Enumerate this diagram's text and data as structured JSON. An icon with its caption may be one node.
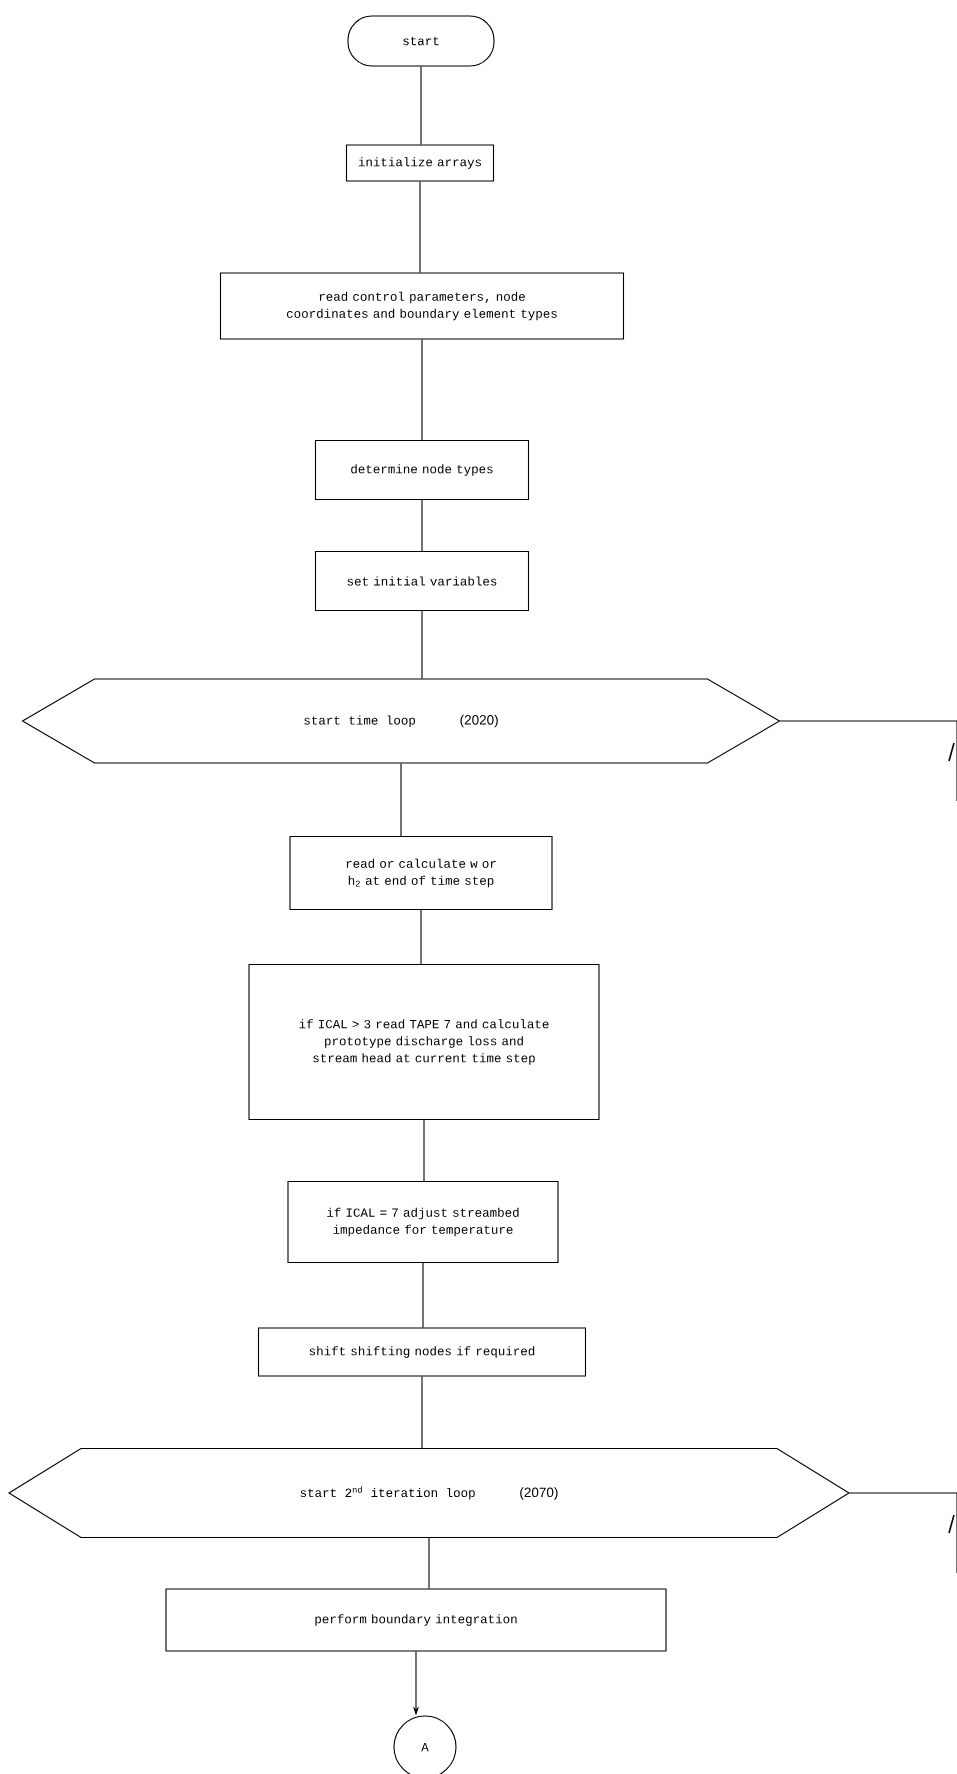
{
  "diagram": {
    "nodes": [
      {
        "text": [
          "start"
        ]
      },
      {
        "text": [
          "initialize arrays"
        ]
      },
      {
        "text": [
          "read control parameters, node coordinates and boundary element types"
        ]
      },
      {
        "text": [
          "determine node types"
        ]
      },
      {
        "text": [
          "set initial variables"
        ]
      },
      {
        "text": [
          "start time loop",
          "(2020)"
        ]
      },
      {
        "text": [
          "read or calculate w or h$_{2}$ at end of time step"
        ]
      },
      {
        "text": [
          "if ICAL > 3 read TAPE 7 and calculate prototype discharge loss and stream head at current time step"
        ]
      },
      {
        "text": [
          "if ICAL = 7 adjust streambed impedance for temperature"
        ]
      },
      {
        "text": [
          "shift shifting nodes if required"
        ]
      },
      {
        "text": [
          "start 2$^{nd}$ iteration loop",
          "(2070)"
        ]
      },
      {
        "text": [
          "perform boundary integration"
        ]
      },
      {
        "text": [
          "A"
        ]
      }
    ],
    "edges": [
      {
        "from": 0,
        "to": 1,
        "arrow": "none"
      },
      {
        "from": 1,
        "to": 2,
        "arrow": "none"
      },
      {
        "from": 2,
        "to": 3,
        "arrow": "none"
      },
      {
        "from": 3,
        "to": 4,
        "arrow": "none"
      },
      {
        "from": 4,
        "to": 5,
        "arrow": "none"
      },
      {
        "from": 5,
        "to": 6,
        "arrow": "none"
      },
      {
        "from": 6,
        "to": 7,
        "arrow": "none"
      },
      {
        "from": 7,
        "to": 8,
        "arrow": "none"
      },
      {
        "from": 8,
        "to": 9,
        "arrow": "none"
      },
      {
        "from": 9,
        "to": 10,
        "arrow": "none"
      },
      {
        "from": 10,
        "to": 11,
        "arrow": "none"
      },
      {
        "from": 11,
        "to": 12,
        "arrow": "to"
      },
      {
        "from": 5,
        "to": null,
        "arrow": "none"
      },
      {
        "from": 10,
        "to": null,
        "arrow": "none"
      }
    ]
  }
}
